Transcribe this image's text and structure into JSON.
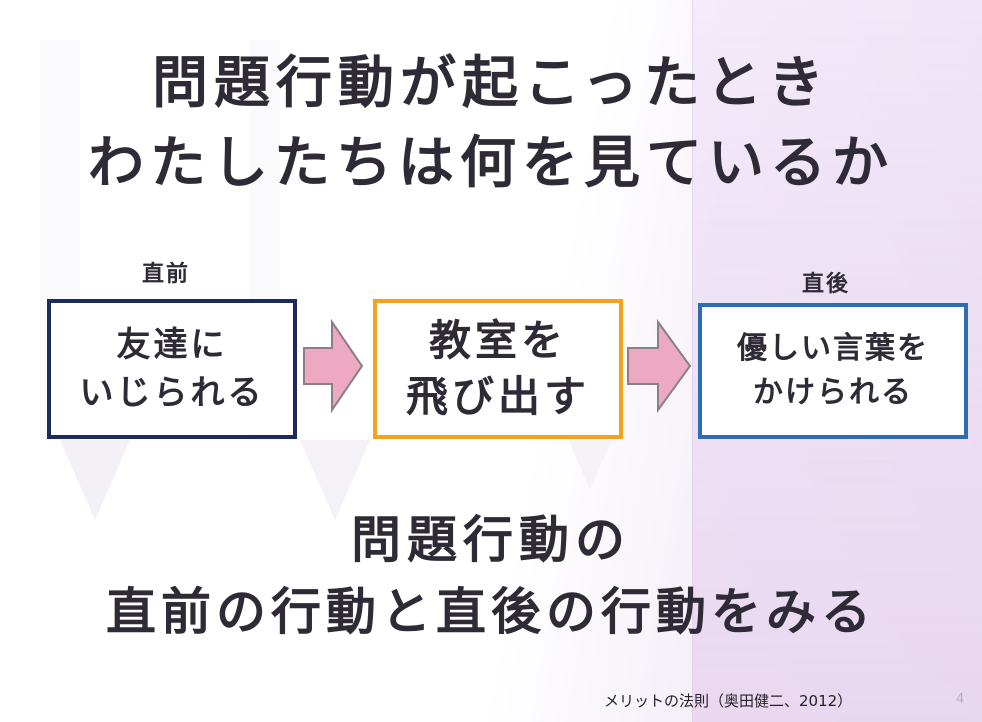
{
  "slide": {
    "title_line1": "問題行動が起こったとき",
    "title_line2": "わたしたちは何を見ているか",
    "label_before": "直前",
    "label_after": "直後",
    "box_before": {
      "line1": "友達に",
      "line2": "いじられる"
    },
    "box_behavior": {
      "line1": "教室を",
      "line2": "飛び出す"
    },
    "box_after": {
      "line1": "優しい言葉を",
      "line2": "かけられる"
    },
    "conclusion_line1": "問題行動の",
    "conclusion_line2": "直前の行動と直後の行動をみる",
    "footer_source": "メリットの法則（奥田健二、2012）",
    "page_number": "4"
  },
  "colors": {
    "text": "#2e2a36",
    "box_before_border": "#1c2a5e",
    "box_behavior_border": "#f4a11c",
    "box_after_border": "#2e6db4",
    "arrow_fill": "#eda8c2",
    "arrow_stroke": "#8a7f88",
    "background_accent": "#eadcf0"
  },
  "icons": [
    "right-arrow-icon",
    "right-arrow-icon"
  ]
}
